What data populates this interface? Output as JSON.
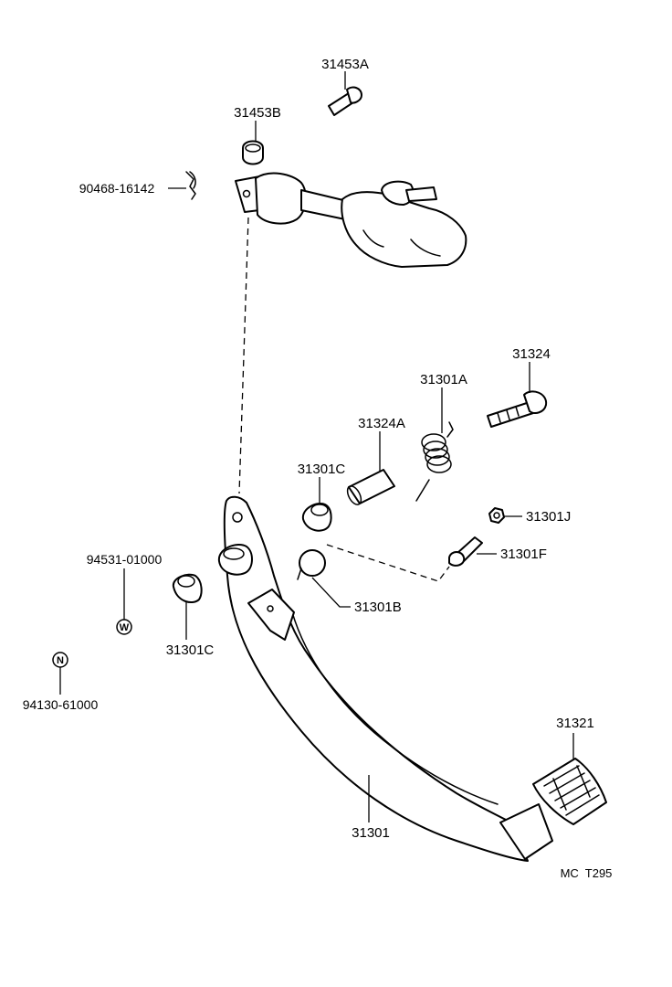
{
  "diagram": {
    "labels": {
      "p31453A": "31453A",
      "p31453B": "31453B",
      "p90468": "90468-16142",
      "p31324": "31324",
      "p31301A": "31301A",
      "p31324A": "31324A",
      "p31301C_upper": "31301C",
      "p31301J": "31301J",
      "p31301F": "31301F",
      "p31301B": "31301B",
      "p94531": "94531-01000",
      "p31301C_lower": "31301C",
      "p94130": "94130-61000",
      "p31321": "31321",
      "p31301": "31301"
    },
    "badges": {
      "w_symbol": "W",
      "n_symbol": "N"
    },
    "reference_code": "MC  T295"
  }
}
